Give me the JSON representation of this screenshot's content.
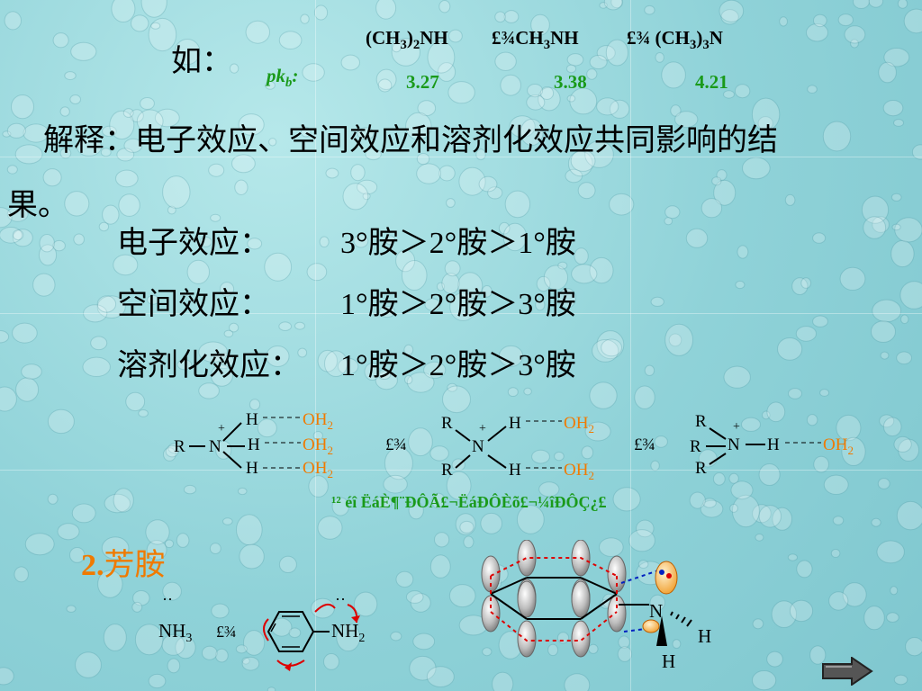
{
  "slide": {
    "example_label": "如：",
    "pkb_label": "pk",
    "pkb_sub": "b",
    "pkb_colon": ":",
    "amines": [
      {
        "pre": "(CH",
        "sub1": "3",
        "mid": ")",
        "sub2": "2",
        "post": "NH"
      },
      {
        "sep": "£¾",
        "pre": "CH",
        "sub1": "3",
        "post": "NH"
      },
      {
        "sep": "£¾ ",
        "pre": "(CH",
        "sub1": "3",
        "mid": ")",
        "sub2": "3",
        "post": "N"
      }
    ],
    "pkb_values": [
      "3.27",
      "3.38",
      "4.21"
    ],
    "explanation_line1": "解释：电子效应、空间效应和溶剂化效应共同影响的结",
    "explanation_line2": "果。",
    "effects": [
      {
        "label": "电子效应：",
        "order": "3°胺＞2°胺＞1°胺"
      },
      {
        "label": "空间效应：",
        "order": "1°胺＞2°胺＞3°胺"
      },
      {
        "label": "溶剂化效应：",
        "order": "1°胺＞2°胺＞3°胺"
      }
    ],
    "solvation": {
      "gt1": "£¾",
      "gt2": "£¾",
      "atoms": {
        "N": "N",
        "H": "H",
        "R": "R",
        "plus": "+",
        "OH": "OH",
        "two": "2"
      }
    },
    "garbled_caption": "¹² éî ËáÈ¶¨ÐÔÃ£¬ËáÐÔÈõ£¬¼îÐÔÇ¿£",
    "section_number": "2.",
    "section_title": "芳胺",
    "compare": {
      "nh": "NH",
      "three": "3",
      "two": "2",
      "gt": "£¾",
      "dots": "··",
      "aryl_amine_label": "NH"
    },
    "orbital_labels": {
      "N": "N",
      "H1": "H",
      "H2": "H"
    },
    "colors": {
      "green": "#1a9a1a",
      "orange": "#f07a00",
      "background": "#8fd2d8",
      "button": "#555555"
    },
    "icons": {
      "next": "next-arrow-icon"
    }
  }
}
